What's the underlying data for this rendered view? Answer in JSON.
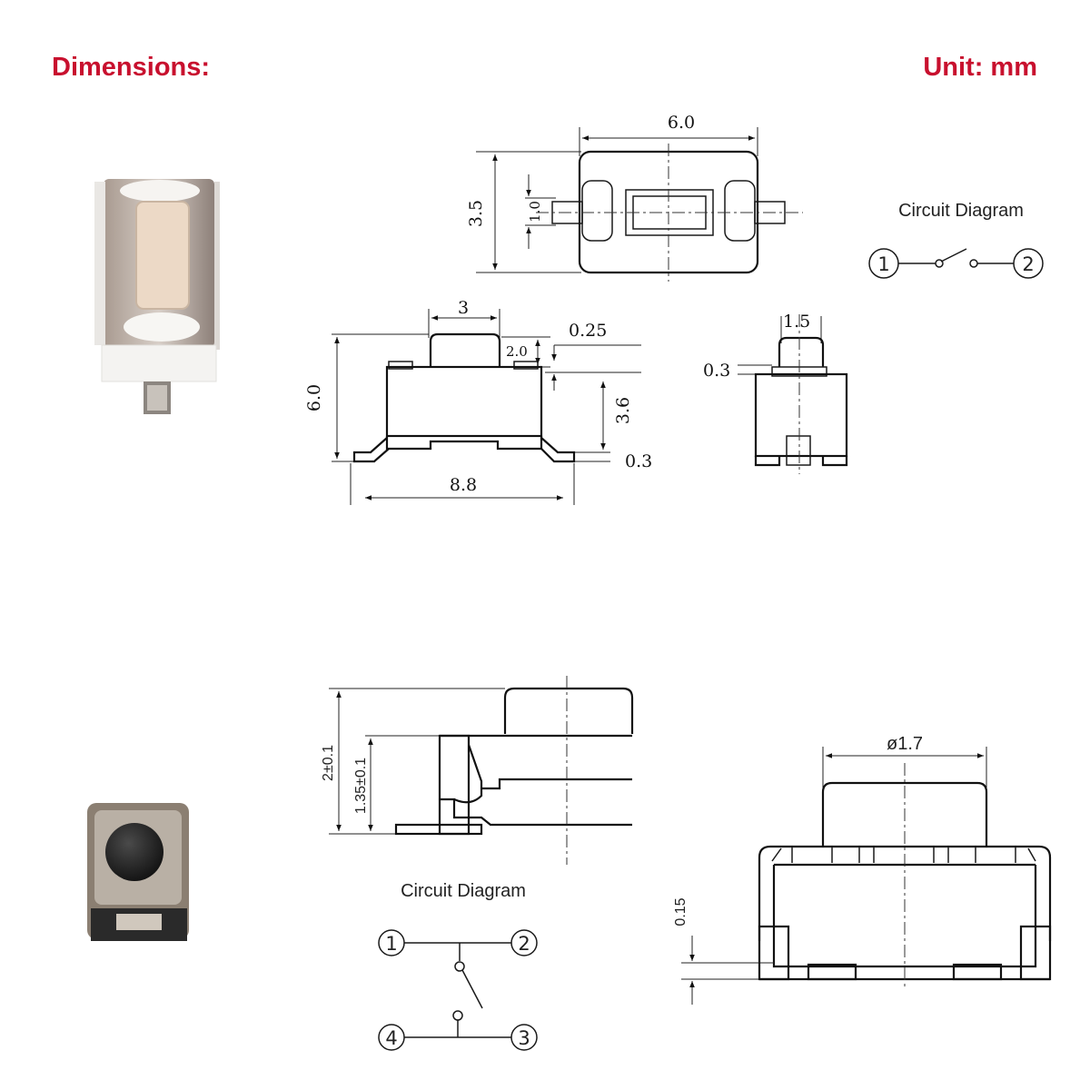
{
  "header": {
    "title": "Dimensions:",
    "unit": "Unit: mm"
  },
  "switch_a": {
    "top_view": {
      "width": "6.0",
      "height": "3.5",
      "actuator": "1.0"
    },
    "front_view": {
      "cap_width": "3",
      "cap_height": "2.0",
      "step": "0.25",
      "total_height": "6.0",
      "body_height": "3.6",
      "lead": "0.3",
      "overall_length": "8.8"
    },
    "side_view": {
      "cap_width": "1.5",
      "step": "0.3"
    },
    "circuit": {
      "title": "Circuit Diagram",
      "pins": [
        "1",
        "2"
      ]
    }
  },
  "switch_b": {
    "side_view": {
      "total_height": "2±0.1",
      "body_height": "1.35±0.1"
    },
    "front_view": {
      "cap_diameter": "ø1.7",
      "lead": "0.15"
    },
    "circuit": {
      "title": "Circuit Diagram",
      "pins": [
        "1",
        "2",
        "4",
        "3"
      ]
    }
  },
  "colors": {
    "header": "#c8102e",
    "line": "#1a1a1a"
  }
}
